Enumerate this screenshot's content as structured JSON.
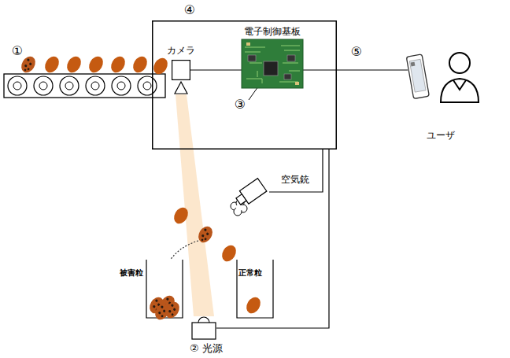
{
  "diagram": {
    "nodes": [
      {
        "text": [
          "④"
        ]
      },
      {
        "text": [
          "カメラ"
        ],
        "in": 0
      },
      {
        "text": [
          "電子制御基板"
        ],
        "in": 0
      },
      {
        "text": [
          "② 光源"
        ]
      },
      {
        "text": [
          "空気銃"
        ]
      },
      {
        "text": [
          "ユーザ"
        ]
      },
      {
        "text": [
          "被害粒"
        ]
      },
      {
        "text": [
          "正常粒"
        ]
      }
    ],
    "edges": [
      {
        "from": 1,
        "to": 2,
        "arrow": "none"
      },
      {
        "from": 2,
        "to": 5,
        "label": "⑤",
        "arrow": "none"
      },
      {
        "from": 0,
        "to": 4,
        "arrow": "none"
      },
      {
        "from": 0,
        "to": 3,
        "arrow": "none"
      }
    ],
    "labels": [
      "①",
      "③"
    ]
  }
}
